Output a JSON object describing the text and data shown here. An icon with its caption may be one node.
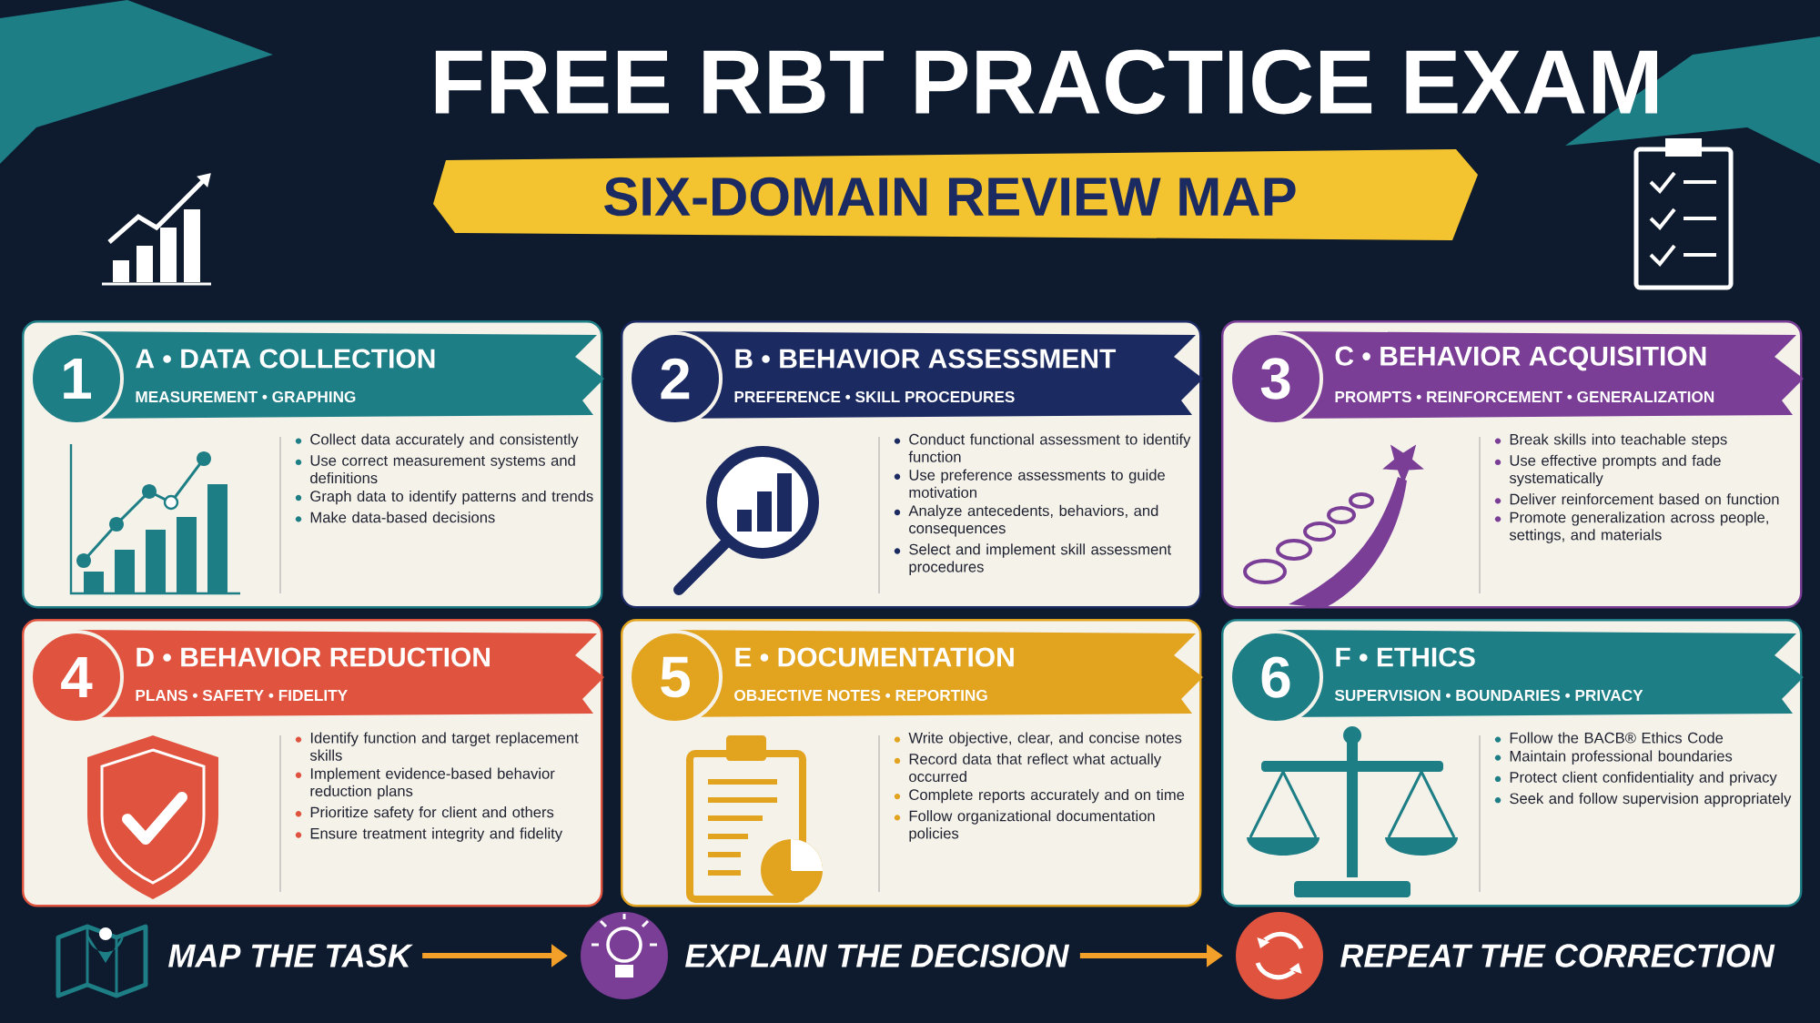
{
  "diagram": {
    "title": "FREE RBT PRACTICE EXAM",
    "nodes": [
      {
        "text": [
          "1",
          "A • DATA COLLECTION",
          "MEASUREMENT • GRAPHING",
          "Collect data accurately and consistently",
          "Use correct measurement systems and definitions",
          "Graph data to identify patterns and trends",
          "Make data-based decisions"
        ]
      },
      {
        "text": [
          "2",
          "B • BEHAVIOR ASSESSMENT",
          "PREFERENCE • SKILL PROCEDURES",
          "Conduct functional assessment to identify function",
          "Use preference assessments to guide motivation",
          "Analyze antecedents, behaviors, and consequences",
          "Select and implement skill assessment procedures"
        ]
      },
      {
        "text": [
          "3",
          "C • BEHAVIOR ACQUISITION",
          "PROMPTS • REINFORCEMENT • GENERALIZATION",
          "Break skills into teachable steps",
          "Use effective prompts and fade systematically",
          "Deliver reinforcement based on function",
          "Promote generalization across people, settings, and materials"
        ]
      },
      {
        "text": [
          "4",
          "D • BEHAVIOR REDUCTION",
          "PLANS • SAFETY • FIDELITY",
          "Identify function and target replacement skills",
          "Implement evidence-based behavior reduction plans",
          "Prioritize safety for client and others",
          "Ensure treatment integrity and fidelity"
        ]
      },
      {
        "text": [
          "5",
          "E • DOCUMENTATION",
          "OBJECTIVE NOTES • REPORTING",
          "Write objective, clear, and concise notes",
          "Record data that reflect what actually occurred",
          "Complete reports accurately and on time",
          "Follow organizational documentation policies"
        ]
      },
      {
        "text": [
          "6",
          "F • ETHICS",
          "SUPERVISION • BOUNDARIES • PRIVACY",
          "Follow the BACB® Ethics Code",
          "Maintain professional boundaries",
          "Protect client confidentiality and privacy",
          "Seek and follow supervision appropriately"
        ]
      },
      {
        "text": [
          "MAP THE TASK"
        ]
      },
      {
        "text": [
          "EXPLAIN THE DECISION"
        ]
      },
      {
        "text": [
          "REPEAT THE CORRECTION"
        ]
      }
    ],
    "edges": [
      {
        "from": 6,
        "to": 7,
        "arrow": "to"
      },
      {
        "from": 7,
        "to": 8,
        "arrow": "to"
      }
    ],
    "labels": [
      "SIX-DOMAIN REVIEW MAP"
    ]
  }
}
